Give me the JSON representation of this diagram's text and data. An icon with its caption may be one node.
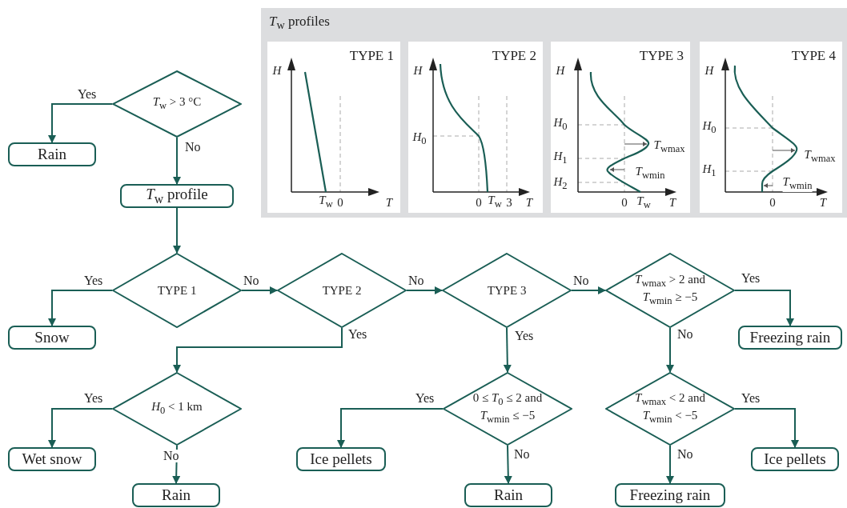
{
  "diagram": {
    "nodes": [
      {
        "text": [
          "*T*$_{w}$ > 3 °C"
        ]
      },
      {
        "text": [
          "Rain"
        ]
      },
      {
        "text": [
          "*T*$_{w}$ profile"
        ]
      },
      {
        "text": [
          "TYPE 1"
        ]
      },
      {
        "text": [
          "Snow"
        ]
      },
      {
        "text": [
          "TYPE 2"
        ]
      },
      {
        "text": [
          "TYPE 3"
        ]
      },
      {
        "text": [
          "*T*$_{wmax}$ > 2 and *T*$_{wmin}$ ≥ −5"
        ]
      },
      {
        "text": [
          "Freezing rain"
        ]
      },
      {
        "text": [
          "*H*$_{0}$ < 1 km"
        ]
      },
      {
        "text": [
          "Wet snow"
        ]
      },
      {
        "text": [
          "Rain"
        ]
      },
      {
        "text": [
          "0 ≤ *T*$_{0}$ ≤ 2 and *T*$_{wmin}$ ≤ −5"
        ]
      },
      {
        "text": [
          "Ice pellets"
        ]
      },
      {
        "text": [
          "Rain"
        ]
      },
      {
        "text": [
          "*T*$_{wmax}$ < 2 and *T*$_{wmin}$ < −5"
        ]
      },
      {
        "text": [
          "Ice pellets"
        ]
      },
      {
        "text": [
          "Freezing rain"
        ]
      },
      {
        "text": [
          "*T*$_{w}$ profiles"
        ]
      },
      {
        "text": [
          "TYPE 1"
        ],
        "in": 18
      },
      {
        "text": [
          "TYPE 2"
        ],
        "in": 18
      },
      {
        "text": [
          "TYPE 3"
        ],
        "in": 18
      },
      {
        "text": [
          "TYPE 4"
        ],
        "in": 18
      }
    ],
    "edges": [
      {
        "from": 0,
        "to": 1,
        "arrow": "to",
        "label": "Yes"
      },
      {
        "from": 0,
        "to": 2,
        "arrow": "to",
        "label": "No"
      },
      {
        "from": 2,
        "to": 3,
        "arrow": "to"
      },
      {
        "from": 3,
        "to": 4,
        "arrow": "to",
        "label": "Yes"
      },
      {
        "from": 3,
        "to": 5,
        "arrow": "to",
        "label": "No"
      },
      {
        "from": 5,
        "to": 6,
        "arrow": "to",
        "label": "No"
      },
      {
        "from": 5,
        "to": 9,
        "arrow": "to",
        "label": "Yes"
      },
      {
        "from": 6,
        "to": 7,
        "arrow": "to",
        "label": "No"
      },
      {
        "from": 6,
        "to": 12,
        "arrow": "to",
        "label": "Yes"
      },
      {
        "from": 7,
        "to": 8,
        "arrow": "to",
        "label": "Yes"
      },
      {
        "from": 7,
        "to": 15,
        "arrow": "to",
        "label": "No"
      },
      {
        "from": 9,
        "to": 10,
        "arrow": "to",
        "label": "Yes"
      },
      {
        "from": 9,
        "to": 11,
        "arrow": "to",
        "label": "No"
      },
      {
        "from": 12,
        "to": 13,
        "arrow": "to",
        "label": "Yes"
      },
      {
        "from": 12,
        "to": 14,
        "arrow": "to",
        "label": "No"
      },
      {
        "from": 15,
        "to": 16,
        "arrow": "to",
        "label": "Yes"
      },
      {
        "from": 15,
        "to": 17,
        "arrow": "to",
        "label": "No"
      }
    ],
    "labels": [
      "*H*",
      "*T*$_{w}$",
      "0",
      "*T*",
      "*H*",
      "*H*$_{0}$",
      "0",
      "*T*$_{w}$",
      "3",
      "*T*",
      "*H*",
      "*H*$_{0}$",
      "*T*$_{wmax}$",
      "*H*$_{1}$",
      "*T*$_{wmin}$",
      "*H*$_{2}$",
      "0",
      "*T*$_{w}$",
      "*T*",
      "*H*",
      "*H*$_{0}$",
      "*T*$_{wmax}$",
      "*H*$_{1}$",
      "*T*$_{wmin}$",
      "0",
      "*T*"
    ]
  }
}
